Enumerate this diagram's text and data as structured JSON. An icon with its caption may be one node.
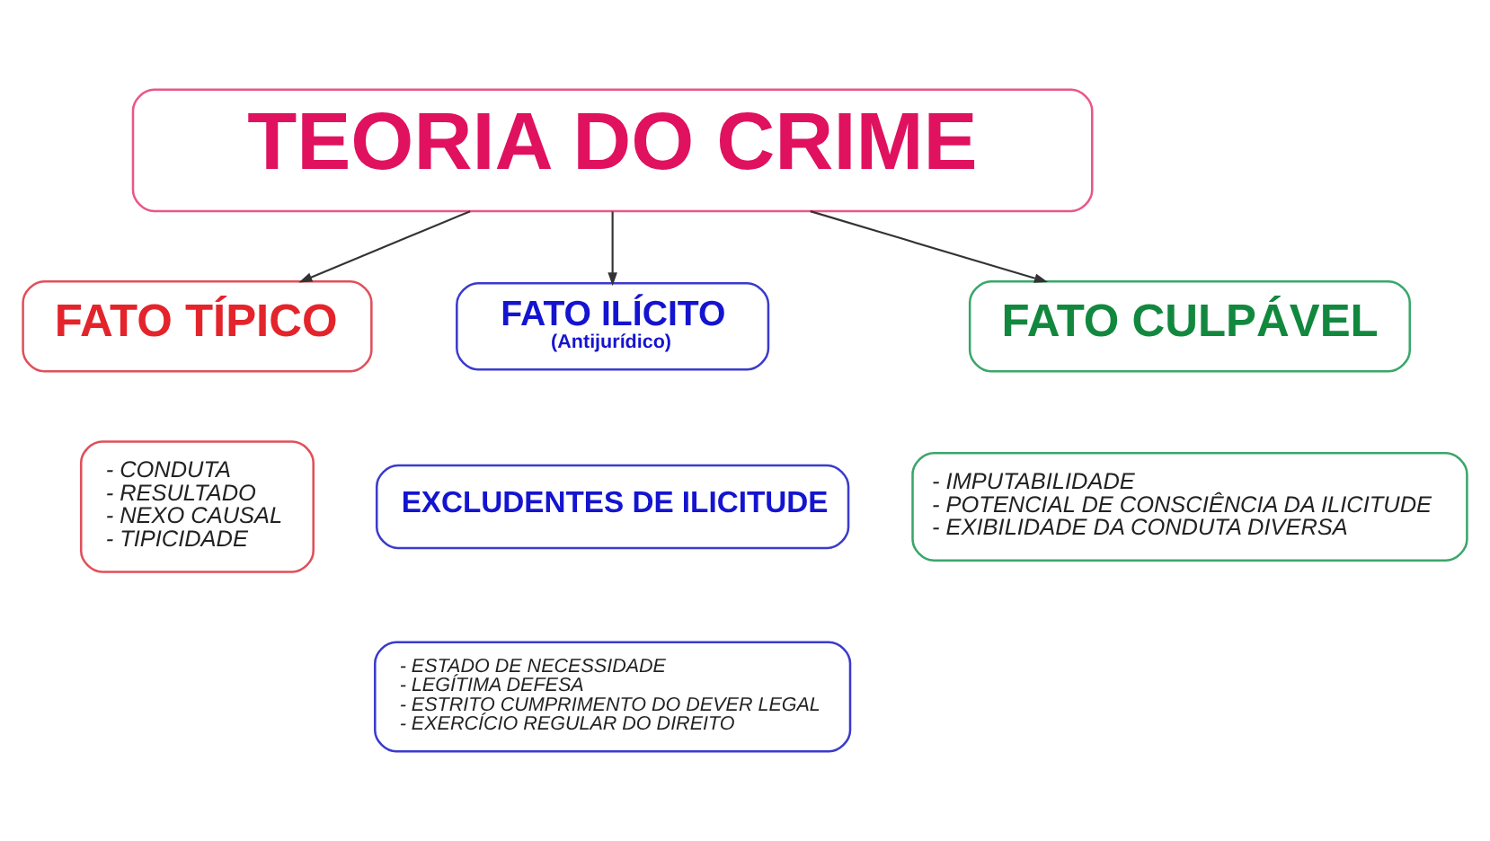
{
  "diagram": {
    "nodes": [
      {
        "text": [
          "TEORIA DO CRIME"
        ]
      },
      {
        "text": [
          "FATO TÍPICO"
        ]
      },
      {
        "text": [
          "FATO ILÍCITO",
          "(Antijurídico)"
        ]
      },
      {
        "text": [
          "FATO CULPÁVEL"
        ]
      },
      {
        "text": [
          "- CONDUTA",
          "- RESULTADO",
          "- NEXO CAUSAL",
          "- TIPICIDADE"
        ]
      },
      {
        "text": [
          "EXCLUDENTES DE ILICITUDE"
        ]
      },
      {
        "text": [
          "- IMPUTABILIDADE",
          "- POTENCIAL DE CONSCIÊNCIA DA ILICITUDE",
          "- EXIBILIDADE DA CONDUTA DIVERSA"
        ]
      },
      {
        "text": [
          "- ESTADO DE NECESSIDADE",
          "- LEGÍTIMA DEFESA",
          "- ESTRITO CUMPRIMENTO DO DEVER LEGAL",
          "- EXERCÍCIO REGULAR DO DIREITO"
        ]
      }
    ],
    "edges": [
      {
        "from": 0,
        "to": 1,
        "arrow": "to"
      },
      {
        "from": 0,
        "to": 2,
        "arrow": "to"
      },
      {
        "from": 0,
        "to": 3,
        "arrow": "to"
      }
    ]
  }
}
